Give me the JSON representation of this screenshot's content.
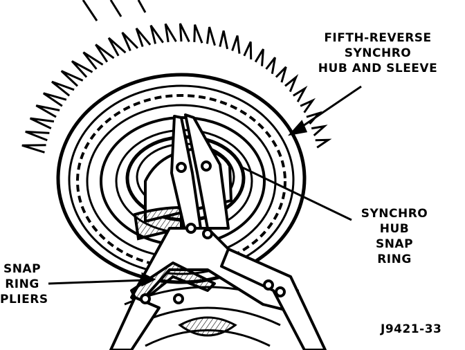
{
  "labels": {
    "hub_sleeve": [
      "FIFTH-REVERSE",
      "SYNCHRO",
      "HUB AND SLEEVE"
    ],
    "snap_ring": [
      "SYNCHRO",
      "HUB",
      "SNAP",
      "RING"
    ],
    "pliers": [
      "SNAP",
      "RING",
      "PLIERS"
    ]
  },
  "figure_id": "J9421-33"
}
